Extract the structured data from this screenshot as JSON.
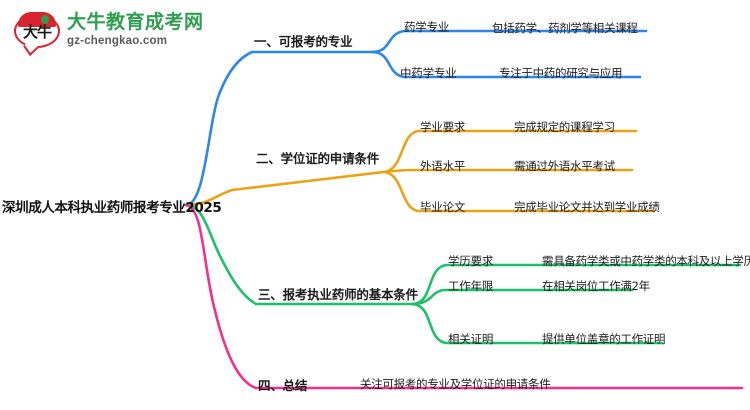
{
  "brand": {
    "logo_char": "大牛",
    "name": "大牛教育成考网",
    "url": "gz-chengkao.com",
    "green": "#2f9e4f",
    "red": "#d9232e"
  },
  "mindmap": {
    "root": "深圳成人本科执业药师报考专业2025",
    "colors": {
      "branch1": "#2d86e8",
      "branch2": "#e8a317",
      "branch3": "#1fbf6b",
      "branch4": "#f0328c"
    },
    "branches": [
      {
        "label": "一、可报考的专业",
        "color": "#2d86e8",
        "children": [
          {
            "label": "药学专业",
            "detail": "包括药学、药剂学等相关课程"
          },
          {
            "label": "中药学专业",
            "detail": "专注于中药的研究与应用"
          }
        ]
      },
      {
        "label": "二、学位证的申请条件",
        "color": "#e8a317",
        "children": [
          {
            "label": "学业要求",
            "detail": "完成规定的课程学习"
          },
          {
            "label": "外语水平",
            "detail": "需通过外语水平考试"
          },
          {
            "label": "毕业论文",
            "detail": "完成毕业论文并达到学业成绩"
          }
        ]
      },
      {
        "label": "三、报考执业药师的基本条件",
        "color": "#1fbf6b",
        "children": [
          {
            "label": "学历要求",
            "detail": "需具备药学类或中药学类的本科及以上学历"
          },
          {
            "label": "工作年限",
            "detail": "在相关岗位工作满2年"
          },
          {
            "label": "相关证明",
            "detail": "提供单位盖章的工作证明"
          }
        ]
      },
      {
        "label": "四、总结",
        "color": "#f0328c",
        "children": [
          {
            "label": "关注可报考的专业及学位证的申请条件",
            "detail": ""
          }
        ]
      }
    ]
  }
}
